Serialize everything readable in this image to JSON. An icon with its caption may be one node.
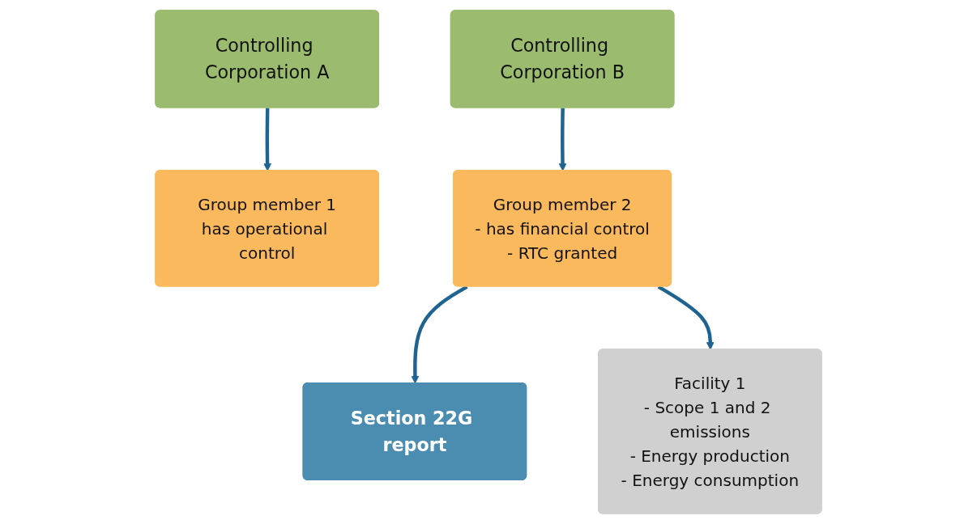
{
  "diagram": {
    "nodes": [
      {
        "text": [
          "Controlling Corporation A"
        ]
      },
      {
        "text": [
          "Controlling Corporation B"
        ]
      },
      {
        "text": [
          "Group member 1",
          "has operational control"
        ]
      },
      {
        "text": [
          "Section 22G report"
        ]
      },
      {
        "text": [
          "Group member 2",
          "- has financial control",
          "- RTC granted"
        ]
      },
      {
        "text": [
          "Facility 1",
          "- Scope 1 and 2 emissions",
          "- Energy production",
          "- Energy consumption"
        ]
      }
    ],
    "edges": [
      {
        "from": 0,
        "to": 2,
        "arrow": "to"
      },
      {
        "from": 1,
        "to": 4,
        "arrow": "to"
      },
      {
        "from": 4,
        "to": 3,
        "arrow": "to"
      },
      {
        "from": 4,
        "to": 5,
        "arrow": "to"
      }
    ]
  }
}
